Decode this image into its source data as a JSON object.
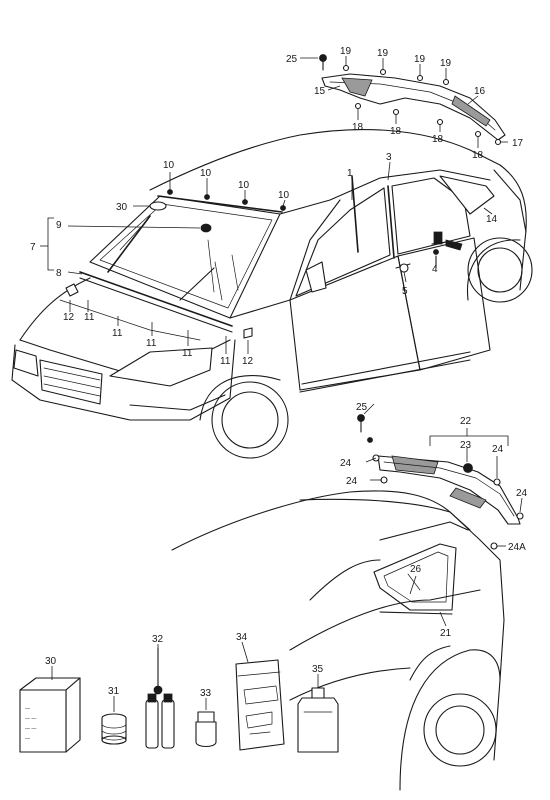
{
  "callouts": {
    "c25a": "25",
    "c19a": "19",
    "c19b": "19",
    "c19c": "19",
    "c19d": "19",
    "c15": "15",
    "c16": "16",
    "c17": "17",
    "c18a": "18",
    "c18b": "18",
    "c18c": "18",
    "c18d": "18",
    "c10a": "10",
    "c10b": "10",
    "c10c": "10",
    "c10d": "10",
    "c30": "30",
    "c9": "9",
    "c7": "7",
    "c8": "8",
    "c1": "1",
    "c3": "3",
    "c14": "14",
    "c4": "4",
    "c5": "5",
    "c12a": "12",
    "c11a": "11",
    "c11b": "11",
    "c11c": "11",
    "c11d": "11",
    "c11e": "11",
    "c12b": "12",
    "c25b": "25",
    "c22": "22",
    "c23": "23",
    "c24a": "24",
    "c24b": "24",
    "c24c": "24",
    "c24d": "24",
    "c24A": "24A",
    "c26": "26",
    "c21a": "21",
    "c30b": "30",
    "c31": "31",
    "c32": "32",
    "c33": "33",
    "c34": "34",
    "c35": "35"
  },
  "accessories": {
    "box_lines": [
      "—",
      "— —",
      "— —",
      "—"
    ]
  }
}
